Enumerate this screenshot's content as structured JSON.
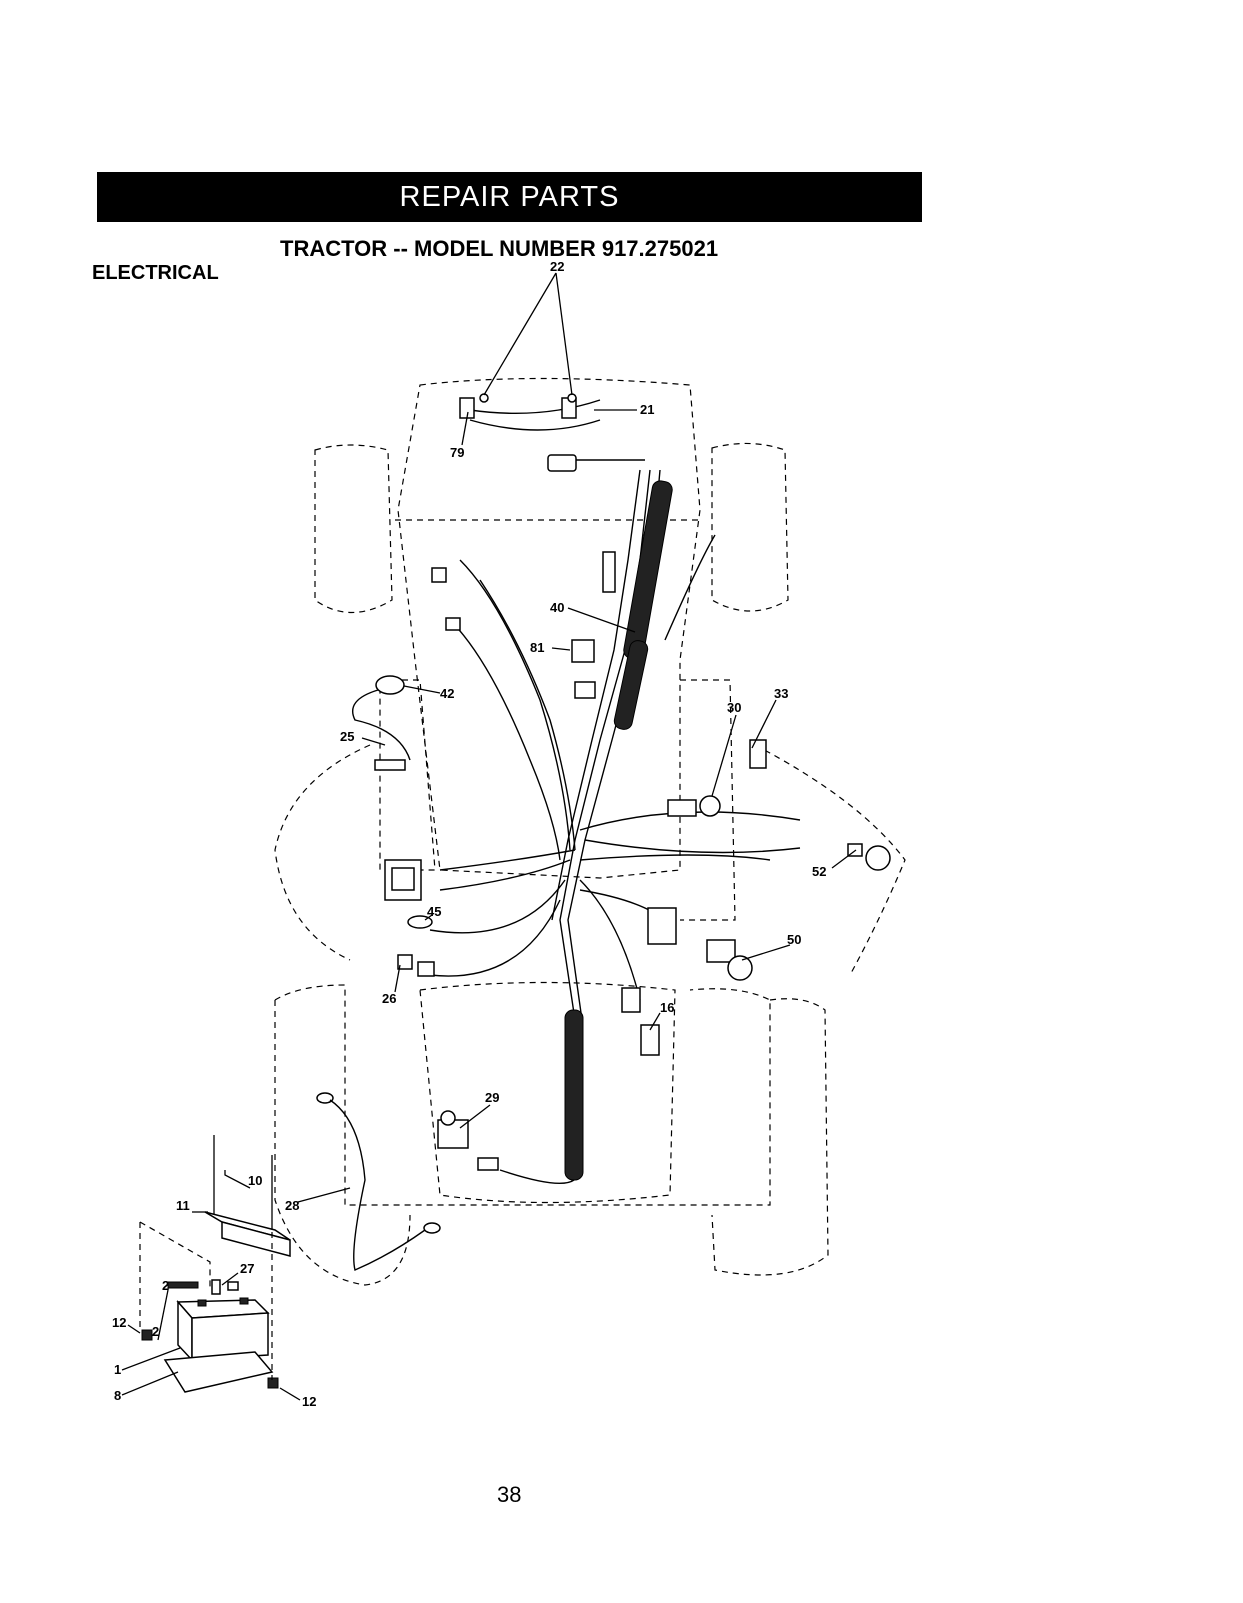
{
  "header": {
    "banner": "REPAIR PARTS",
    "subtitle": "TRACTOR -- MODEL NUMBER 917.275021",
    "section": "ELECTRICAL"
  },
  "callouts": [
    {
      "id": "c22",
      "label": "22"
    },
    {
      "id": "c21",
      "label": "21"
    },
    {
      "id": "c79",
      "label": "79"
    },
    {
      "id": "c40",
      "label": "40"
    },
    {
      "id": "c81",
      "label": "81"
    },
    {
      "id": "c42",
      "label": "42"
    },
    {
      "id": "c33",
      "label": "33"
    },
    {
      "id": "c30",
      "label": "30"
    },
    {
      "id": "c25",
      "label": "25"
    },
    {
      "id": "c52",
      "label": "52"
    },
    {
      "id": "c45",
      "label": "45"
    },
    {
      "id": "c50",
      "label": "50"
    },
    {
      "id": "c26",
      "label": "26"
    },
    {
      "id": "c16",
      "label": "16"
    },
    {
      "id": "c29",
      "label": "29"
    },
    {
      "id": "c10",
      "label": "10"
    },
    {
      "id": "c11",
      "label": "11"
    },
    {
      "id": "c28",
      "label": "28"
    },
    {
      "id": "c27",
      "label": "27"
    },
    {
      "id": "c12a",
      "label": "12"
    },
    {
      "id": "c2a",
      "label": "2"
    },
    {
      "id": "c2b",
      "label": "2"
    },
    {
      "id": "c1",
      "label": "1"
    },
    {
      "id": "c8",
      "label": "8"
    },
    {
      "id": "c12b",
      "label": "12"
    }
  ],
  "footer": {
    "page_number": "38"
  }
}
